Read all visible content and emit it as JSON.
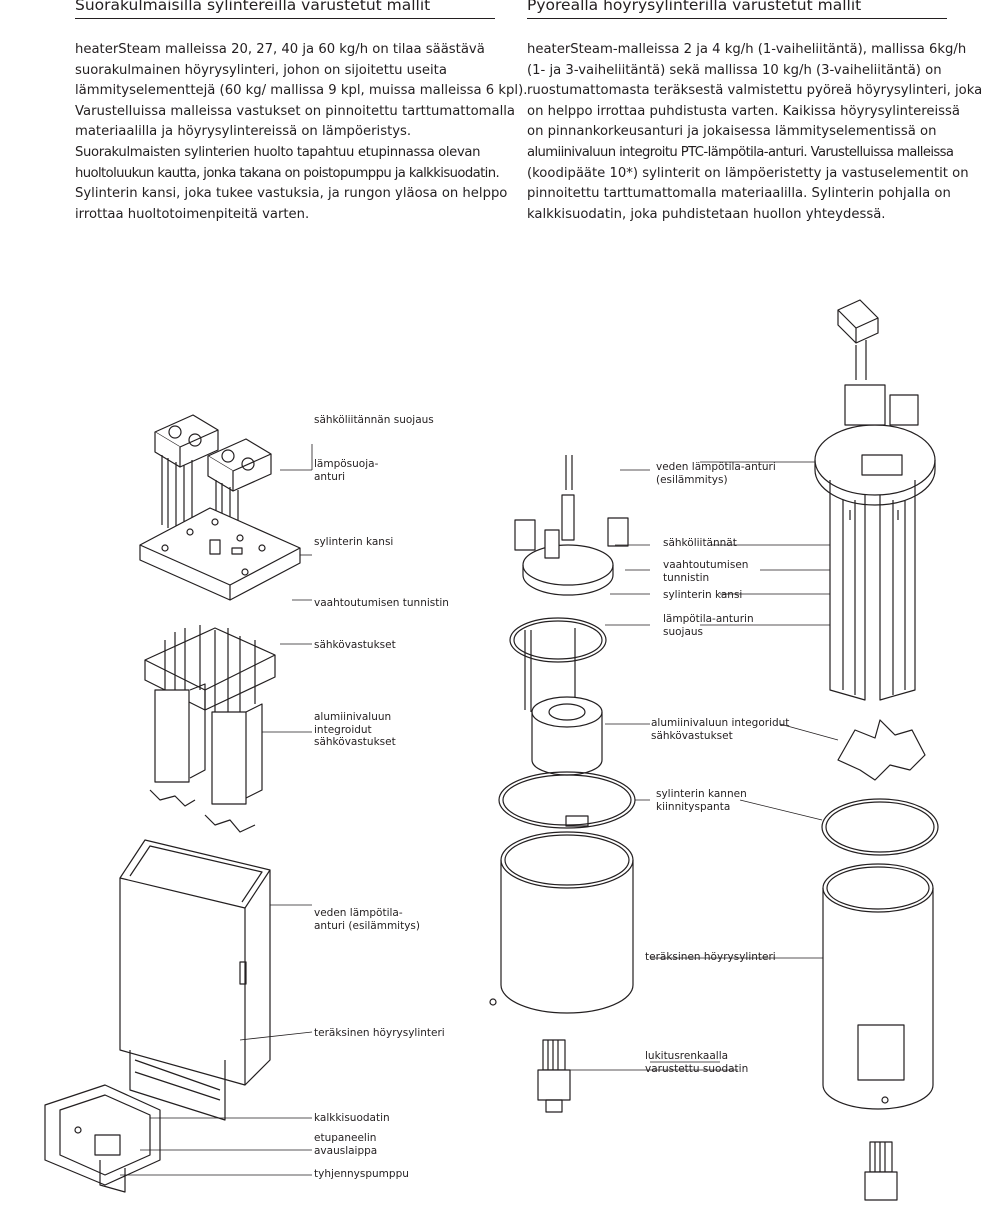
{
  "left": {
    "heading": "Suorakulmaisilla sylintereillä varustetut mallit",
    "lines": [
      "heaterSteam malleissa 20, 27, 40 ja 60 kg/h on tilaa säästävä",
      "suorakulmainen höyrysylinteri,  johon on sijoitettu useita",
      "lämmityselementtejä (60 kg/ mallissa 9 kpl, muissa malleissa 6 kpl).",
      "Varustelluissa malleissa vastukset on pinnoitettu tarttumattomalla",
      "materiaalilla ja höyrysylintereissä on lämpöeristys.",
      "Suorakulmaisten sylinterien huolto tapahtuu etupinnassa olevan",
      "huoltoluukun kautta, jonka takana on poistopumppu ja kalkkisuodatin.",
      "Sylinterin kansi, joka tukee vastuksia, ja rungon yläosa on helppo",
      "irrottaa huoltotoimenpiteitä varten."
    ]
  },
  "right": {
    "heading": "Pyöreällä höyrysylinterillä varustetut mallit",
    "lines": [
      "heaterSteam-malleissa 2 ja 4 kg/h (1-vaiheliitäntä), mallissa 6kg/h",
      "(1- ja 3-vaiheliitäntä) sekä mallissa 10 kg/h (3-vaiheliitäntä) on",
      "ruostumattomasta teräksestä valmistettu pyöreä höyrysylinteri, joka",
      "on helppo irrottaa puhdistusta varten. Kaikissa höyrysylintereissä",
      "on pinnankorkeusanturi ja jokaisessa lämmityselementissä on",
      "alumiinivaluun integroitu PTC-lämpötila-anturi. Varustelluissa malleissa",
      "(koodipääte 10*) sylinterit on lämpöeristetty ja vastuselementit on",
      "pinnoitettu tarttumattomalla materiaalilla.  Sylinterin pohjalla on",
      "kalkkisuodatin, joka puhdistetaan huollon yhteydessä."
    ]
  },
  "labels": {
    "l1": [
      "sähköliitännän suojaus"
    ],
    "l2": [
      "lämpösuoja-",
      "anturi"
    ],
    "l3": [
      "sylinterin kansi"
    ],
    "l4": [
      "vaahtoutumisen tunnistin"
    ],
    "l5": [
      "sähkövastukset"
    ],
    "l6": [
      "alumiinivaluun",
      "integroidut",
      "sähkövastukset"
    ],
    "l7": [
      "veden lämpötila-",
      "anturi (esilämmitys)"
    ],
    "l8": [
      "teräksinen höyrysylinteri"
    ],
    "l9": [
      "kalkkisuodatin"
    ],
    "l10": [
      "etupaneelin",
      "avauslaippa"
    ],
    "l11": [
      "tyhjennyspumppu"
    ],
    "r1": [
      "veden lämpötila-anturi",
      "(esilämmitys)"
    ],
    "r2": [
      "sähköliitännät"
    ],
    "r3": [
      "vaahtoutumisen",
      "tunnistin"
    ],
    "r4": [
      "sylinterin kansi"
    ],
    "r5": [
      "lämpötila-anturin",
      "suojaus"
    ],
    "r6": [
      "alumiinivaluun integoridut",
      "sähkövastukset"
    ],
    "r7": [
      "sylinterin kannen",
      "kiinnityspanta"
    ],
    "r8": [
      "teräksinen höyrysylinteri"
    ],
    "r9": [
      "lukitusrenkaalla",
      "varustettu suodatin"
    ]
  }
}
